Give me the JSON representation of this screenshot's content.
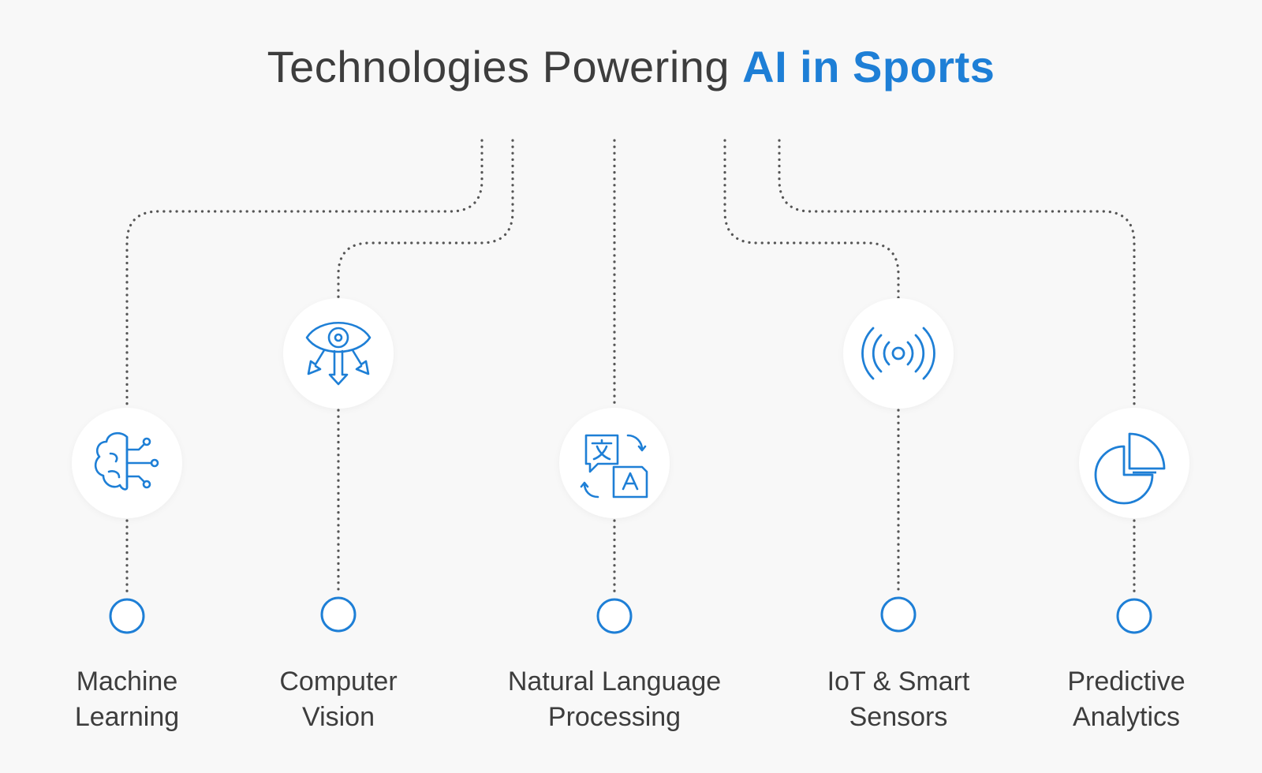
{
  "title": {
    "prefix": "Technologies Powering ",
    "highlight": "AI in Sports"
  },
  "colors": {
    "accent": "#1e7fd6",
    "text": "#3d3d3d",
    "connector": "#555555",
    "background": "#f8f8f8",
    "circle": "#ffffff"
  },
  "technologies": [
    {
      "line1": "Machine",
      "line2": "Learning",
      "icon": "brain-circuit-icon"
    },
    {
      "line1": "Computer",
      "line2": "Vision",
      "icon": "eye-arrows-icon"
    },
    {
      "line1": "Natural Language",
      "line2": "Processing",
      "icon": "translate-icon"
    },
    {
      "line1": "IoT & Smart",
      "line2": "Sensors",
      "icon": "signal-broadcast-icon"
    },
    {
      "line1": "Predictive",
      "line2": "Analytics",
      "icon": "pie-chart-icon"
    }
  ]
}
